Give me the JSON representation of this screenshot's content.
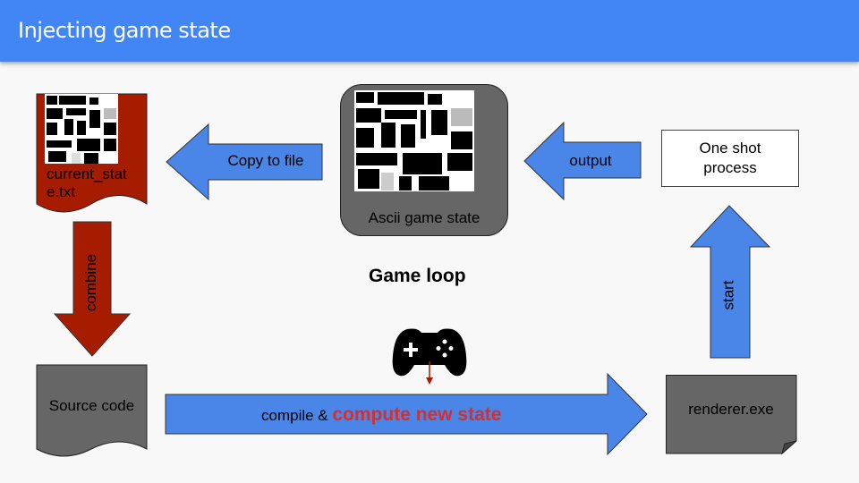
{
  "header": {
    "title": "Injecting game state"
  },
  "diagram": {
    "current_state_file": "current_state.txt",
    "copy_to_file": "Copy to file",
    "ascii_game_state": "Ascii game state",
    "output": "output",
    "one_shot_process": "One shot process",
    "game_loop": "Game loop",
    "combine": "combine",
    "start": "start",
    "source_code": "Source code",
    "compile_prefix": "compile & ",
    "compute_new_state": "compute new state",
    "renderer": "renderer.exe"
  },
  "colors": {
    "header": "#4285f4",
    "blue_arrow": "#4a86e8",
    "red": "#a61c00",
    "gray_box": "#666666",
    "highlight_text": "#d32f2f"
  },
  "icons": [
    "gamepad-icon",
    "ascii-art-icon"
  ]
}
